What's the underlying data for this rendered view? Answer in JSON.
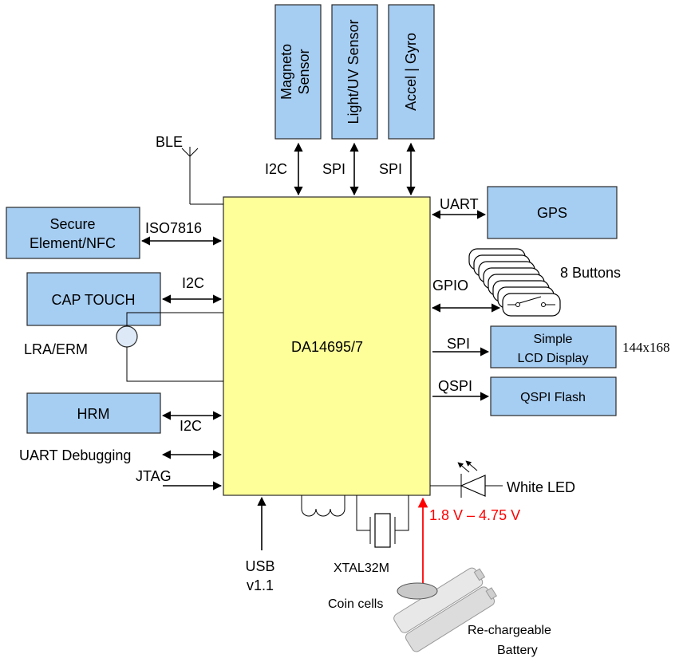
{
  "chip": {
    "label": "DA14695/7"
  },
  "sensors": {
    "magneto": [
      "Magneto",
      "Sensor"
    ],
    "light": "Light/UV Sensor",
    "accel": "Accel | Gyro"
  },
  "buses": {
    "magneto": "I2C",
    "light": "SPI",
    "accel": "SPI",
    "gps": "UART",
    "secure": "ISO7816",
    "cap": "I2C",
    "buttons": "GPIO",
    "display": "SPI",
    "flash": "QSPI",
    "hrm": "I2C"
  },
  "peripherals": {
    "ble": "BLE",
    "gps": "GPS",
    "secure": [
      "Secure",
      "Element/NFC"
    ],
    "cap_touch": "CAP TOUCH",
    "lra": "LRA/ERM",
    "hrm": "HRM",
    "uart_debug": "UART Debugging",
    "jtag": "JTAG",
    "buttons": "8 Buttons",
    "display": [
      "Simple",
      "LCD Display"
    ],
    "display_res": "144x168",
    "flash": "QSPI Flash",
    "white_led": "White LED",
    "usb": [
      "USB",
      "v1.1"
    ],
    "xtal": "XTAL32M",
    "voltage": "1.8 V – 4.75 V",
    "coin_cells": "Coin cells",
    "battery": [
      "Re-chargeable",
      "Battery"
    ]
  },
  "colors": {
    "block": "#a6cdf2",
    "chip": "#ffff99",
    "power_arrow": "#ff0000"
  }
}
